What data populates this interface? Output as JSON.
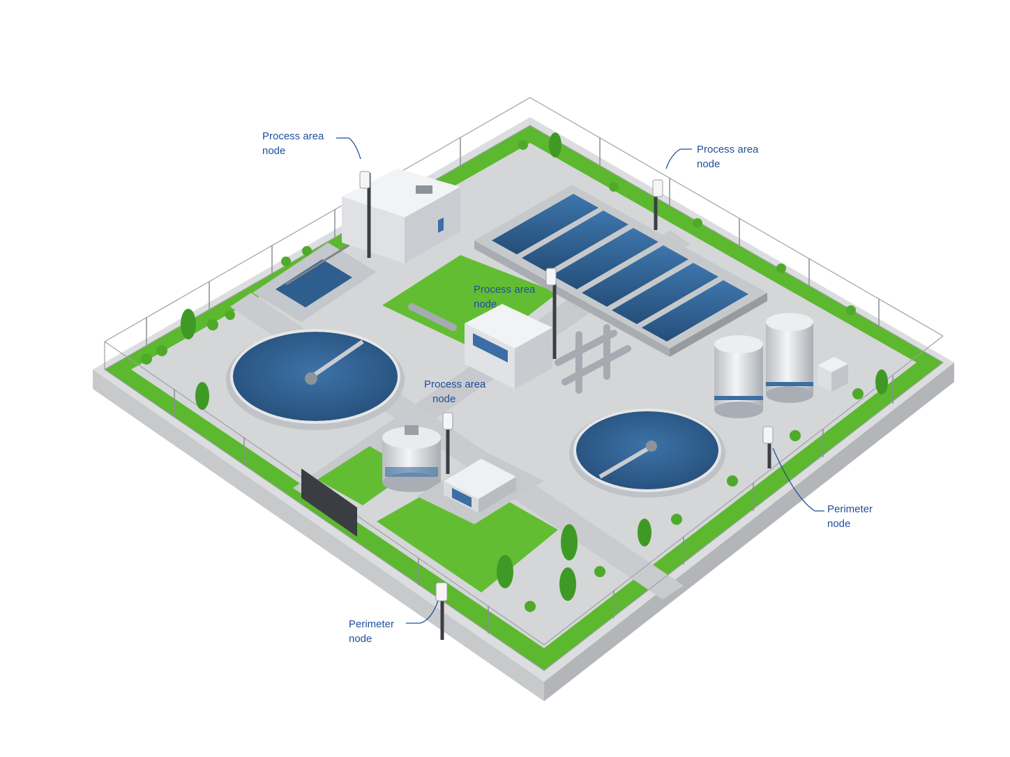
{
  "labels": {
    "process_1": {
      "line1": "Process area",
      "line2": "node"
    },
    "process_2": {
      "line1": "Process area",
      "line2": "node"
    },
    "process_3": {
      "line1": "Process area",
      "line2": "node"
    },
    "process_4": {
      "line1": "Process area",
      "line2": "node"
    },
    "perimeter_1": {
      "line1": "Perimeter",
      "line2": "node"
    },
    "perimeter_2": {
      "line1": "Perimeter",
      "line2": "node"
    }
  },
  "colors": {
    "label_text": "#1f4e9c",
    "grass": "#5cb82e",
    "water": "#2f5f8f",
    "concrete": "#d9dadb",
    "building": "#eef0f2"
  }
}
